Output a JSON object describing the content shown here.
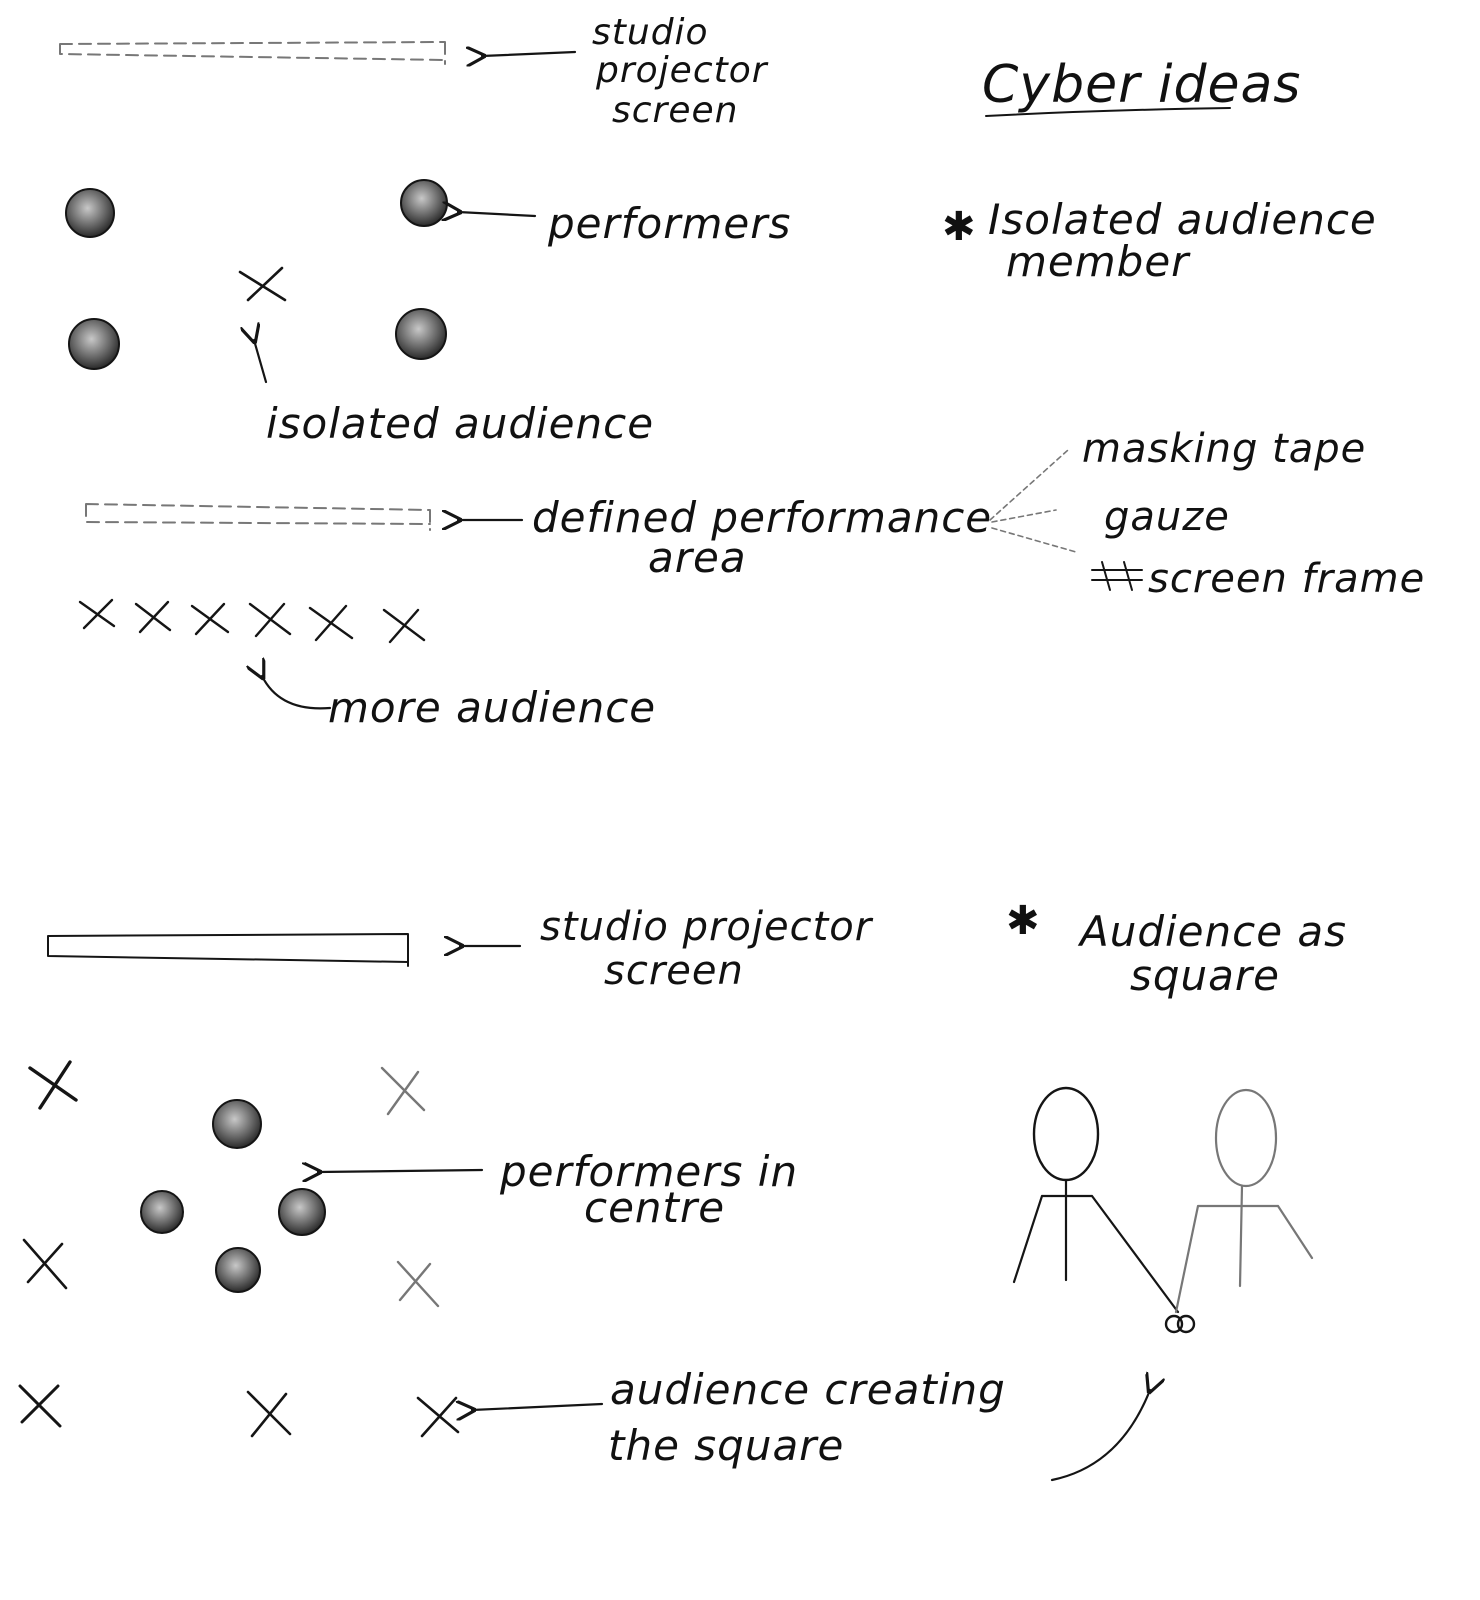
{
  "colors": {
    "ink": "#151515",
    "paper": "#ffffff",
    "performer_fill": "#7a7a7a"
  },
  "top": {
    "screen_label": [
      "studio",
      "projector",
      "screen"
    ],
    "title": "Cyber ideas",
    "performers_label": "performers",
    "idea": [
      "Isolated audience",
      "member"
    ],
    "isolated_label": "isolated audience",
    "area_label": [
      "defined performance",
      "area"
    ],
    "materials": [
      "masking tape",
      "gauze",
      "screen frame"
    ],
    "more_label": "more audience"
  },
  "bottom": {
    "screen_label": [
      "studio projector",
      "screen"
    ],
    "idea": [
      "Audience as",
      "square"
    ],
    "performers_label": [
      "performers in",
      "centre"
    ],
    "audience_label": [
      "audience creating",
      "the square"
    ]
  }
}
